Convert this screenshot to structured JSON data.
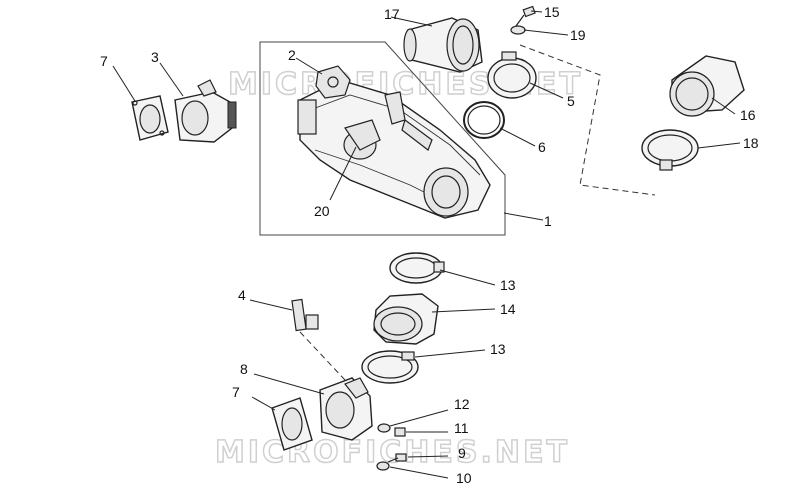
{
  "watermark": "MICROFICHES.NET",
  "callouts": {
    "c1": "1",
    "c2": "2",
    "c3": "3",
    "c4": "4",
    "c5": "5",
    "c6": "6",
    "c7a": "7",
    "c7b": "7",
    "c8": "8",
    "c9": "9",
    "c10": "10",
    "c11": "11",
    "c12": "12",
    "c13a": "13",
    "c13b": "13",
    "c14": "14",
    "c15": "15",
    "c16": "16",
    "c17": "17",
    "c18": "18",
    "c19": "19",
    "c20": "20"
  }
}
